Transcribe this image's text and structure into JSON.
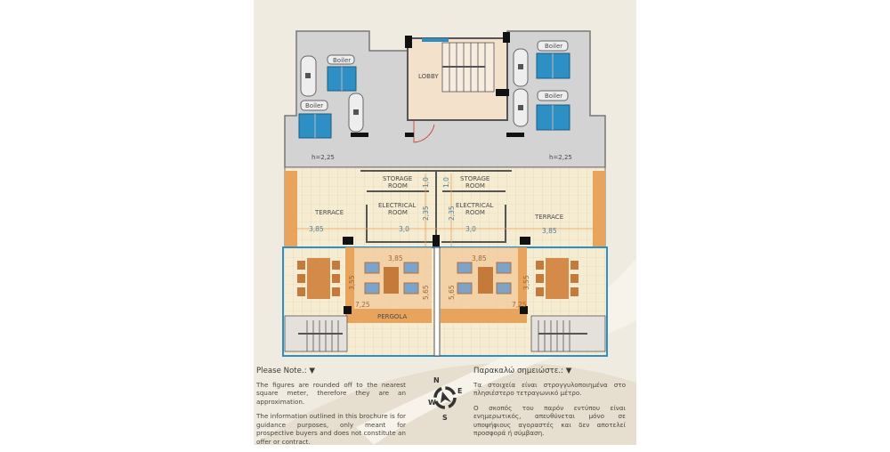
{
  "plan": {
    "lobby": "LOBBY",
    "boiler": "Boiler",
    "height_mark": "h=2,25",
    "storage_room": [
      "STORAGE",
      "ROOM"
    ],
    "electrical_room": [
      "ELECTRICAL",
      "ROOM"
    ],
    "terrace": "TERRACE",
    "pergola": "PERGOLA",
    "dimensions": {
      "terrace_width": "3,85",
      "electrical_width": "3,0",
      "electrical_depth": "2,35",
      "storage_depth": "1,0",
      "pergola_width": "3,85",
      "pergola_depth": "3,55",
      "total_depth": "5,65",
      "total_width": "7,25"
    }
  },
  "compass": {
    "n": "N",
    "e": "E",
    "s": "S",
    "w": "W"
  },
  "notes_en": {
    "title": "Please Note.:",
    "p1": "The figures are rounded off to the nearest square meter, therefore they are an approximation.",
    "p2": "The information outlined in this brochure is for guidance purposes, only meant for prospective buyers and does not constitute an offer or contract."
  },
  "notes_gr": {
    "title": "Παρακαλώ σημειώστε.:",
    "p1": "Τα στοιχεία είναι στρογγυλοποιημένα στο πλησιέστερο τετραγωνικό μέτρο.",
    "p2": "Ο σκοπός του παρόν εντύπου είναι ενημερωτικός, απευθύνεται μόνο σε υποψήφιους αγοραστές και δεν αποτελεί προσφορά ή σύμβαση."
  },
  "colors": {
    "beige": "#f0ebe0",
    "grey": "#d6d6d6",
    "blue": "#2e8fc4",
    "orange": "#e8a35c",
    "wood": "#c47a3a"
  }
}
